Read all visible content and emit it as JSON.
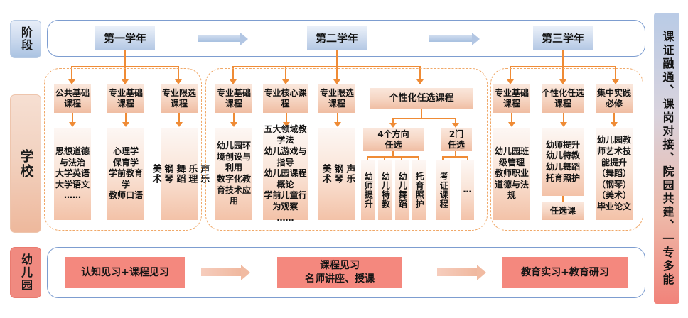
{
  "row_labels": {
    "stage": "阶段",
    "school": "学校",
    "kindergarten": "幼儿园"
  },
  "stage_band": {
    "years": [
      {
        "label": "第一学年"
      },
      {
        "label": "第二学年"
      },
      {
        "label": "第三学年"
      }
    ]
  },
  "year1": {
    "columns": [
      {
        "header": "公共基础课程",
        "detail": "思想道德与法治\n大学英语\n大学语文\n……"
      },
      {
        "header": "专业基础课程",
        "detail": "心理学\n保育学\n学前教育学\n教师口语"
      },
      {
        "header": "专业限选课程",
        "detail": "声乐\n乐理\n舞蹈\n钢琴\n美术"
      }
    ]
  },
  "year2": {
    "columns": [
      {
        "header": "专业基础课程",
        "detail": "幼儿园环境创设与利用\n数字化教育技术应用"
      },
      {
        "header": "专业核心课程",
        "detail": "五大领域教学法\n幼儿游戏与指导\n幼儿园课程概论\n学前儿童行为观察\n……"
      },
      {
        "header": "专业限选课程",
        "detail": "声乐\n钢琴\n美术"
      }
    ],
    "elective": {
      "header": "个性化任选课程",
      "group_a": {
        "header": "4个方向\n任选",
        "items": [
          "幼师提升",
          "幼儿特教",
          "幼儿舞蹈",
          "托育照护"
        ]
      },
      "group_b": {
        "header": "2门\n任选",
        "items": [
          "考证课程",
          "…"
        ]
      }
    }
  },
  "year3": {
    "columns": [
      {
        "header": "专业基础课程",
        "detail": "幼儿园班级管理\n教师职业道德与法规"
      },
      {
        "header": "个性化任选课程",
        "detail": "幼师提升\n幼儿特教\n幼儿舞蹈\n托育照护",
        "footer": "任选课"
      },
      {
        "header": "集中实践必修",
        "detail": "幼儿园教师艺术技能提升\n（舞蹈）\n（钢琴）\n（美术）\n毕业论文"
      }
    ]
  },
  "kindergarten_band": {
    "stages": [
      {
        "label": "认知见习+课程见习"
      },
      {
        "label": "课程见习\n名师讲座、授课"
      },
      {
        "label": "教育实习+教育研习"
      }
    ]
  },
  "right_banner": {
    "text": "课证融通、课岗对接、院园共建、一专多能"
  },
  "colors": {
    "orange_connector": "#ef8b35",
    "dashed_border": "#f0a868",
    "band_border": "#7d9dd0",
    "kg_box": "#f4887e",
    "header_box": "#f2cdb6"
  }
}
